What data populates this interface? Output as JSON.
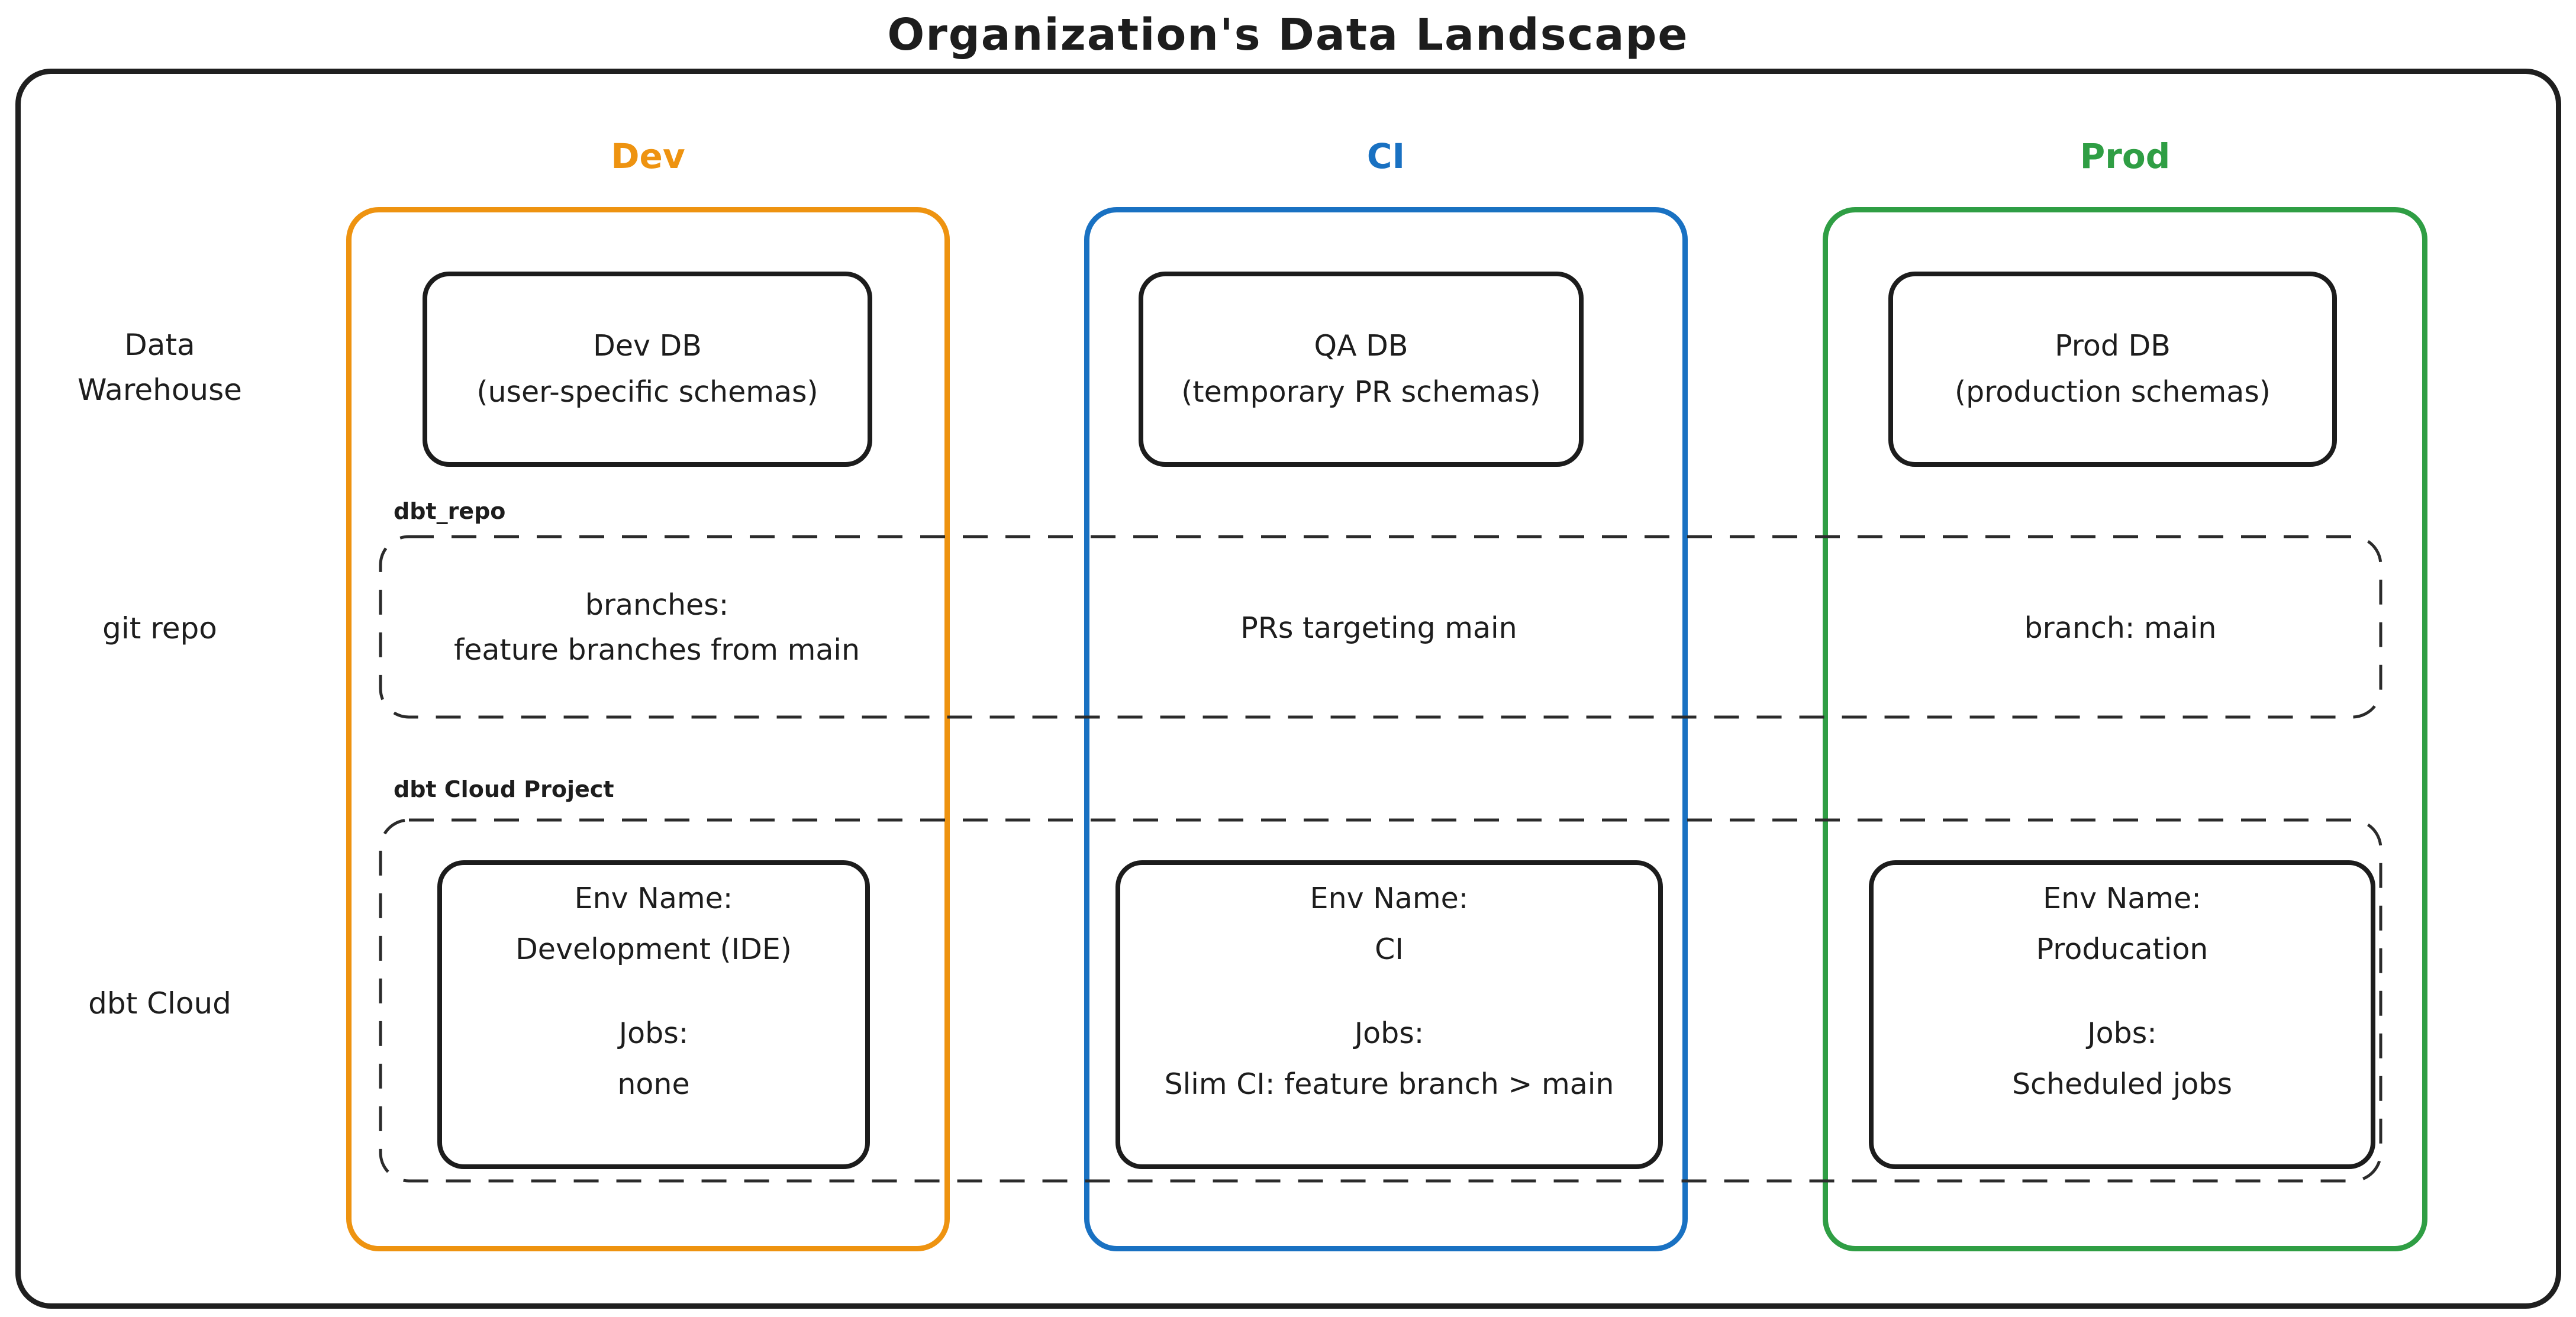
{
  "title": "Organization's Data Landscape",
  "ink_color": "#1c1c1c",
  "columns": [
    {
      "id": "dev",
      "label": "Dev",
      "color": "#ee9310"
    },
    {
      "id": "ci",
      "label": "CI",
      "color": "#1971c2"
    },
    {
      "id": "prod",
      "label": "Prod",
      "color": "#2f9e44"
    }
  ],
  "row_labels": [
    {
      "label": "Data Warehouse"
    },
    {
      "label": "git repo"
    },
    {
      "label": "dbt Cloud"
    }
  ],
  "warehouse_boxes": [
    {
      "title": "Dev DB",
      "subtitle": "(user-specific schemas)"
    },
    {
      "title": "QA DB",
      "subtitle": "(temporary PR schemas)"
    },
    {
      "title": "Prod DB",
      "subtitle": "(production schemas)"
    }
  ],
  "git_band": {
    "label": "dbt_repo",
    "cells": [
      {
        "line1": "branches:",
        "line2": "feature branches from main"
      },
      {
        "line1": "PRs targeting main",
        "line2": ""
      },
      {
        "line1": "branch: main",
        "line2": ""
      }
    ]
  },
  "dbt_band": {
    "label": "dbt Cloud Project",
    "cells": [
      {
        "env_label": "Env Name:",
        "env_value": "Development (IDE)",
        "jobs_label": "Jobs:",
        "jobs_value": "none"
      },
      {
        "env_label": "Env Name:",
        "env_value": "CI",
        "jobs_label": "Jobs:",
        "jobs_value": "Slim CI: feature branch > main"
      },
      {
        "env_label": "Env Name:",
        "env_value": "Producation",
        "jobs_label": "Jobs:",
        "jobs_value": "Scheduled jobs"
      }
    ]
  }
}
